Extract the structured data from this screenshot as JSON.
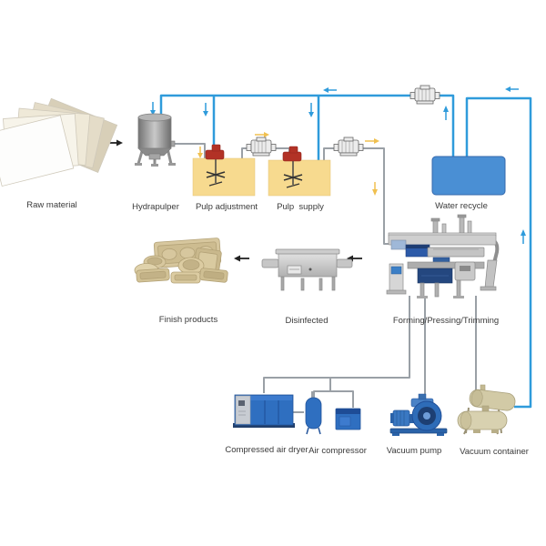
{
  "labels": {
    "raw_material": "Raw material",
    "hydrapulper": "Hydrapulper",
    "pulp_adjustment": "Pulp adjustment",
    "pulp_supply": "Pulp  supply",
    "water_recycle": "Water recycle",
    "finish_products": "Finish products",
    "disinfected": "Disinfected",
    "forming": "Forming/Pressing/Trimming",
    "compressed_air_dryer": "Compressed air dryer",
    "air_compressor": "Air compressor",
    "vacuum_pump": "Vacuum pump",
    "vacuum_container": "Vacuum container"
  },
  "colors": {
    "pipe_blue": "#2F9BDB",
    "pipe_gray": "#9AA0A6",
    "pulp_tank_yellow": "#F7DA8F",
    "agitator_red": "#B23226",
    "water_tank_blue": "#4A8FD4",
    "machine_blue": "#2F6FC0",
    "machine_dark_blue": "#1E4C96",
    "steel_gray": "#C9C9C9",
    "product_beige": "#D6C8A2",
    "arrow_yellow": "#F0C050",
    "arrow_black": "#222222",
    "label_text": "#3A3A3A"
  }
}
